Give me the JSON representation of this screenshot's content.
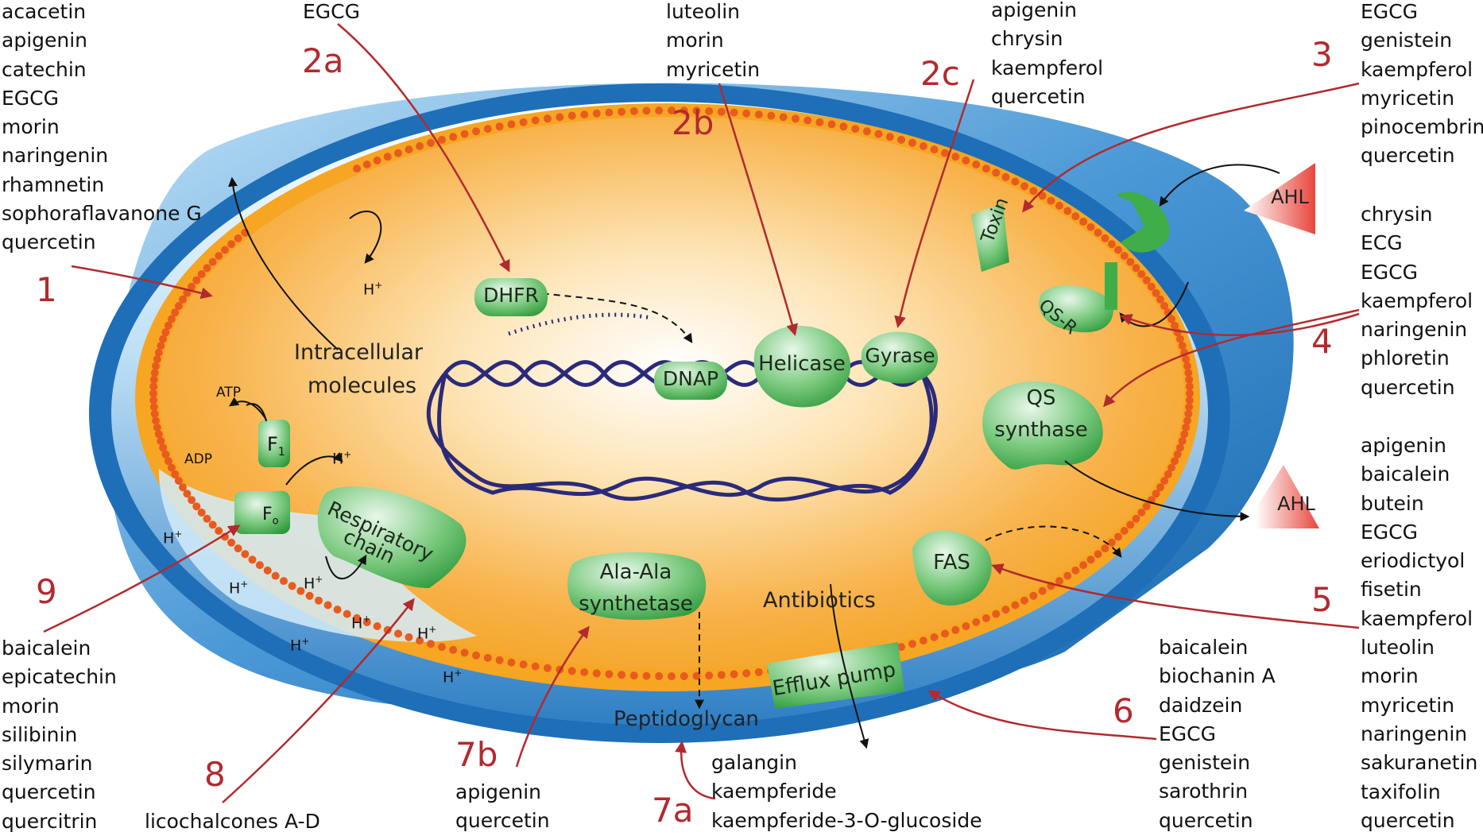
{
  "lists": {
    "l1": [
      "acacetin",
      "apigenin",
      "catechin",
      "EGCG",
      "morin",
      "naringenin",
      "rhamnetin",
      "sophoraflavanone G",
      "quercetin"
    ],
    "l2a": [
      "EGCG"
    ],
    "l2b": [
      "luteolin",
      "morin",
      "myricetin"
    ],
    "l2c": [
      "apigenin",
      "chrysin",
      "kaempferol",
      "quercetin"
    ],
    "l3": [
      "EGCG",
      "genistein",
      "kaempferol",
      "myricetin",
      "pinocembrin",
      "quercetin"
    ],
    "l4": [
      "chrysin",
      "ECG",
      "EGCG",
      "kaempferol",
      "naringenin",
      "phloretin",
      "quercetin"
    ],
    "l5": [
      "apigenin",
      "baicalein",
      "butein",
      "EGCG",
      "eriodictyol",
      "fisetin",
      "kaempferol",
      "luteolin",
      "morin",
      "myricetin",
      "naringenin",
      "sakuranetin",
      "taxifolin",
      "quercetin"
    ],
    "l6": [
      "baicalein",
      "biochanin A",
      "daidzein",
      "EGCG",
      "genistein",
      "sarothrin",
      "quercetin"
    ],
    "l7a": [
      "galangin",
      "kaempferide",
      "kaempferide-3-O-glucoside"
    ],
    "l7b": [
      "apigenin",
      "quercetin"
    ],
    "l8": [
      "licochalcones A-D"
    ],
    "l9": [
      "baicalein",
      "epicatechin",
      "morin",
      "silibinin",
      "silymarin",
      "quercetin",
      "quercitrin"
    ]
  },
  "numbers": {
    "n1": "1",
    "n2a": "2a",
    "n2b": "2b",
    "n2c": "2c",
    "n3": "3",
    "n4": "4",
    "n5": "5",
    "n6": "6",
    "n7a": "7a",
    "n7b": "7b",
    "n8": "8",
    "n9": "9"
  },
  "labels": {
    "intracellular1": "Intracellular",
    "intracellular2": "molecules",
    "dhfr": "DHFR",
    "dnap": "DNAP",
    "helicase": "Helicase",
    "gyrase": "Gyrase",
    "toxin": "Toxin",
    "qsr": "QS-R",
    "qs_synthase1": "QS",
    "qs_synthase2": "synthase",
    "ahl_top": "AHL",
    "ahl_right": "AHL",
    "fas": "FAS",
    "antibiotics": "Antibiotics",
    "efflux": "Efflux pump",
    "peptidoglycan": "Peptidoglycan",
    "alaala1": "Ala-Ala",
    "alaala2": "synthetase",
    "resp1": "Respiratory",
    "resp2": "chain",
    "atp": "ATP",
    "adp": "ADP",
    "f1": "F",
    "f1_sub": "1",
    "fo": "F",
    "fo_sub": "o",
    "hplus": "H",
    "hplus_sup": "+"
  },
  "colors": {
    "outer_blue": "#1e6fb8",
    "cell_orange": "#f6a623",
    "membrane_beads": "#e85a1e",
    "protein_green": "#3fae49",
    "dna_navy": "#2b2a7a",
    "inhibit_red": "#b22a2e",
    "ahl_red": "#e8463c"
  }
}
